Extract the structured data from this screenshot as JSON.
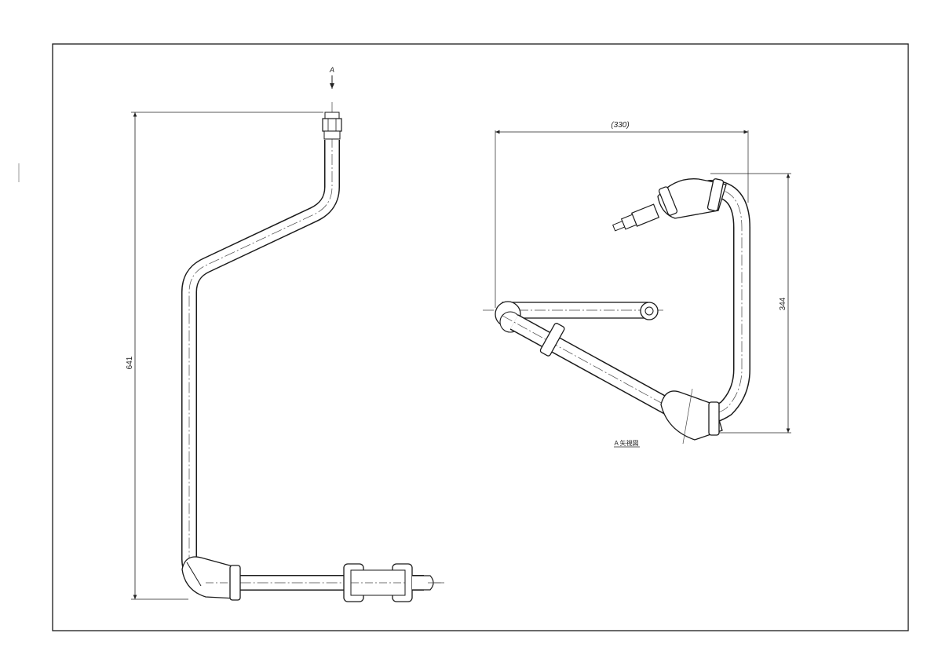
{
  "colors": {
    "paper": "#ffffff",
    "line": "#1a1a1a",
    "center": "#444444"
  },
  "side_view": {
    "view_arrow_label": "A",
    "height_dimension": "641"
  },
  "arrow_view": {
    "width_dimension": "(330)",
    "height_dimension": "344",
    "caption": "A 矢視図"
  }
}
